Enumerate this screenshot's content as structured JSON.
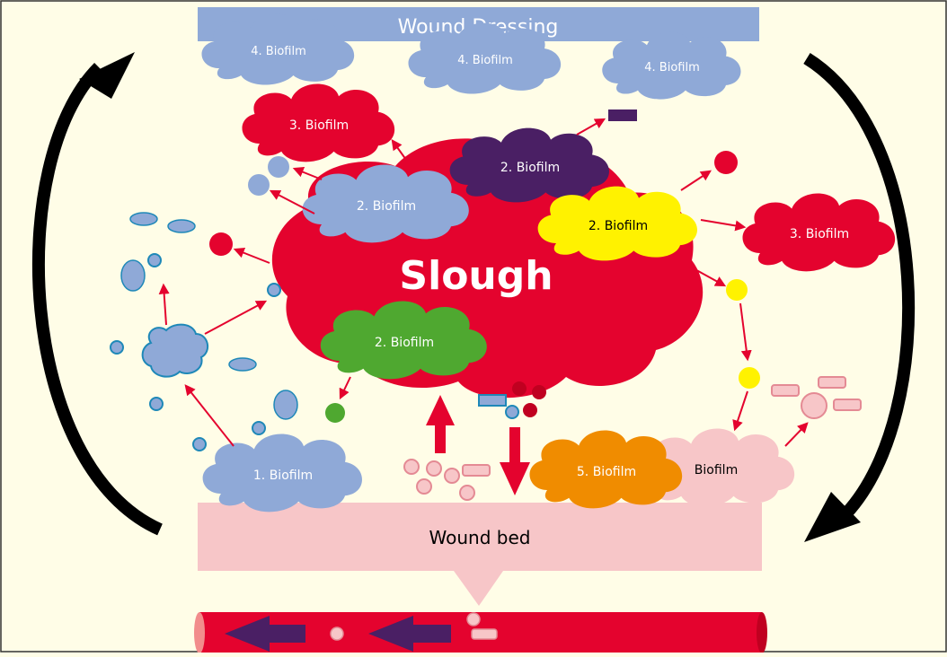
{
  "colors": {
    "background": "#fffde7",
    "border": "#333333",
    "dressing": "#8fa9d7",
    "slough_red": "#e4032e",
    "purple": "#4a1f64",
    "yellow": "#fff200",
    "green": "#4fa830",
    "orange": "#f08c00",
    "pink": "#f7c6c8",
    "pink_dark": "#e48a94",
    "cell_blue": "#8fa9d7",
    "cell_outline": "#1e88b8",
    "arrow_red": "#e4032e",
    "cycle_black": "#000000"
  },
  "labels": {
    "wound_dressing": "Wound Dressing",
    "wound_bed": "Wound bed",
    "slough": "Slough",
    "biofilm_1": "1. Biofilm",
    "biofilm_2": "2. Biofilm",
    "biofilm_3": "3. Biofilm",
    "biofilm_4": "4. Biofilm",
    "biofilm_5": "5. Biofilm",
    "biofilm": "Biofilm"
  }
}
